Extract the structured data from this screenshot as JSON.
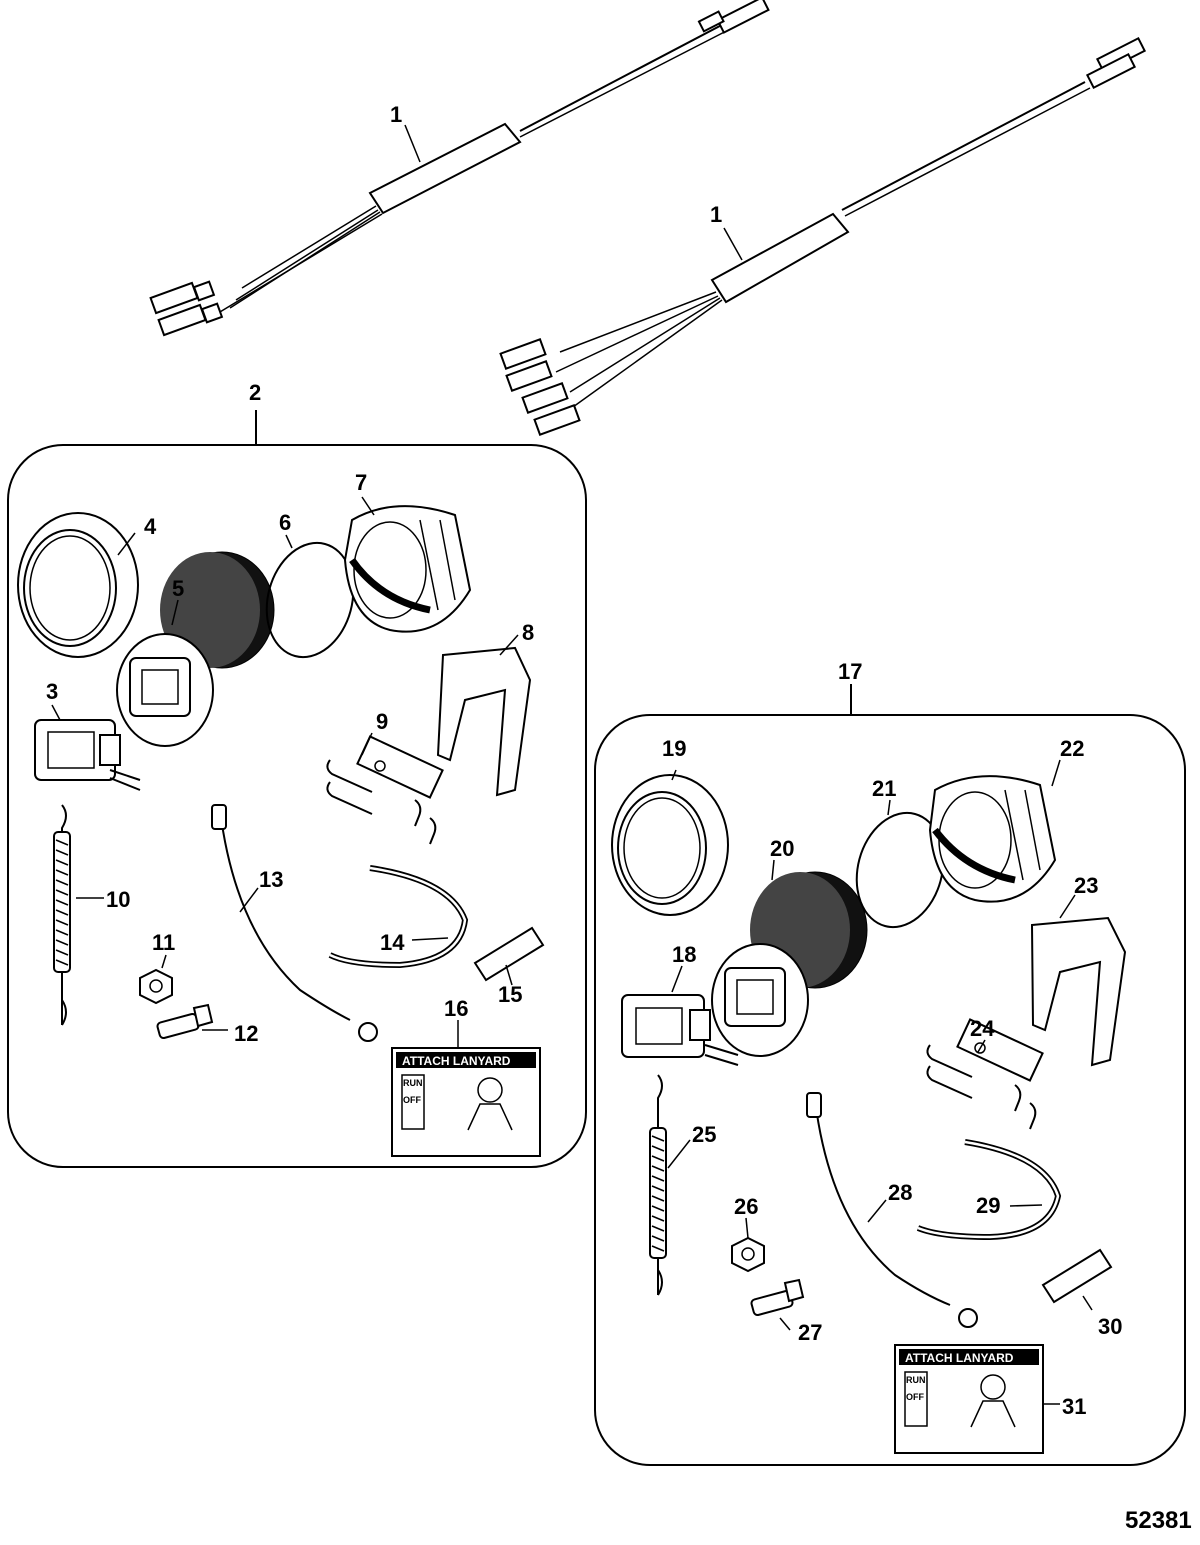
{
  "callouts": {
    "c1a": "1",
    "c1b": "1",
    "c2": "2",
    "c3": "3",
    "c4": "4",
    "c5": "5",
    "c6": "6",
    "c7": "7",
    "c8": "8",
    "c9": "9",
    "c10": "10",
    "c11": "11",
    "c12": "12",
    "c13": "13",
    "c14": "14",
    "c15": "15",
    "c16": "16",
    "c17": "17",
    "c18": "18",
    "c19": "19",
    "c20": "20",
    "c21": "21",
    "c22": "22",
    "c23": "23",
    "c24": "24",
    "c25": "25",
    "c26": "26",
    "c27": "27",
    "c28": "28",
    "c29": "29",
    "c30": "30",
    "c31": "31"
  },
  "decal": {
    "title": "ATTACH LANYARD",
    "switch_labels": [
      "RUN",
      "OFF"
    ]
  },
  "figure_id": "52381"
}
